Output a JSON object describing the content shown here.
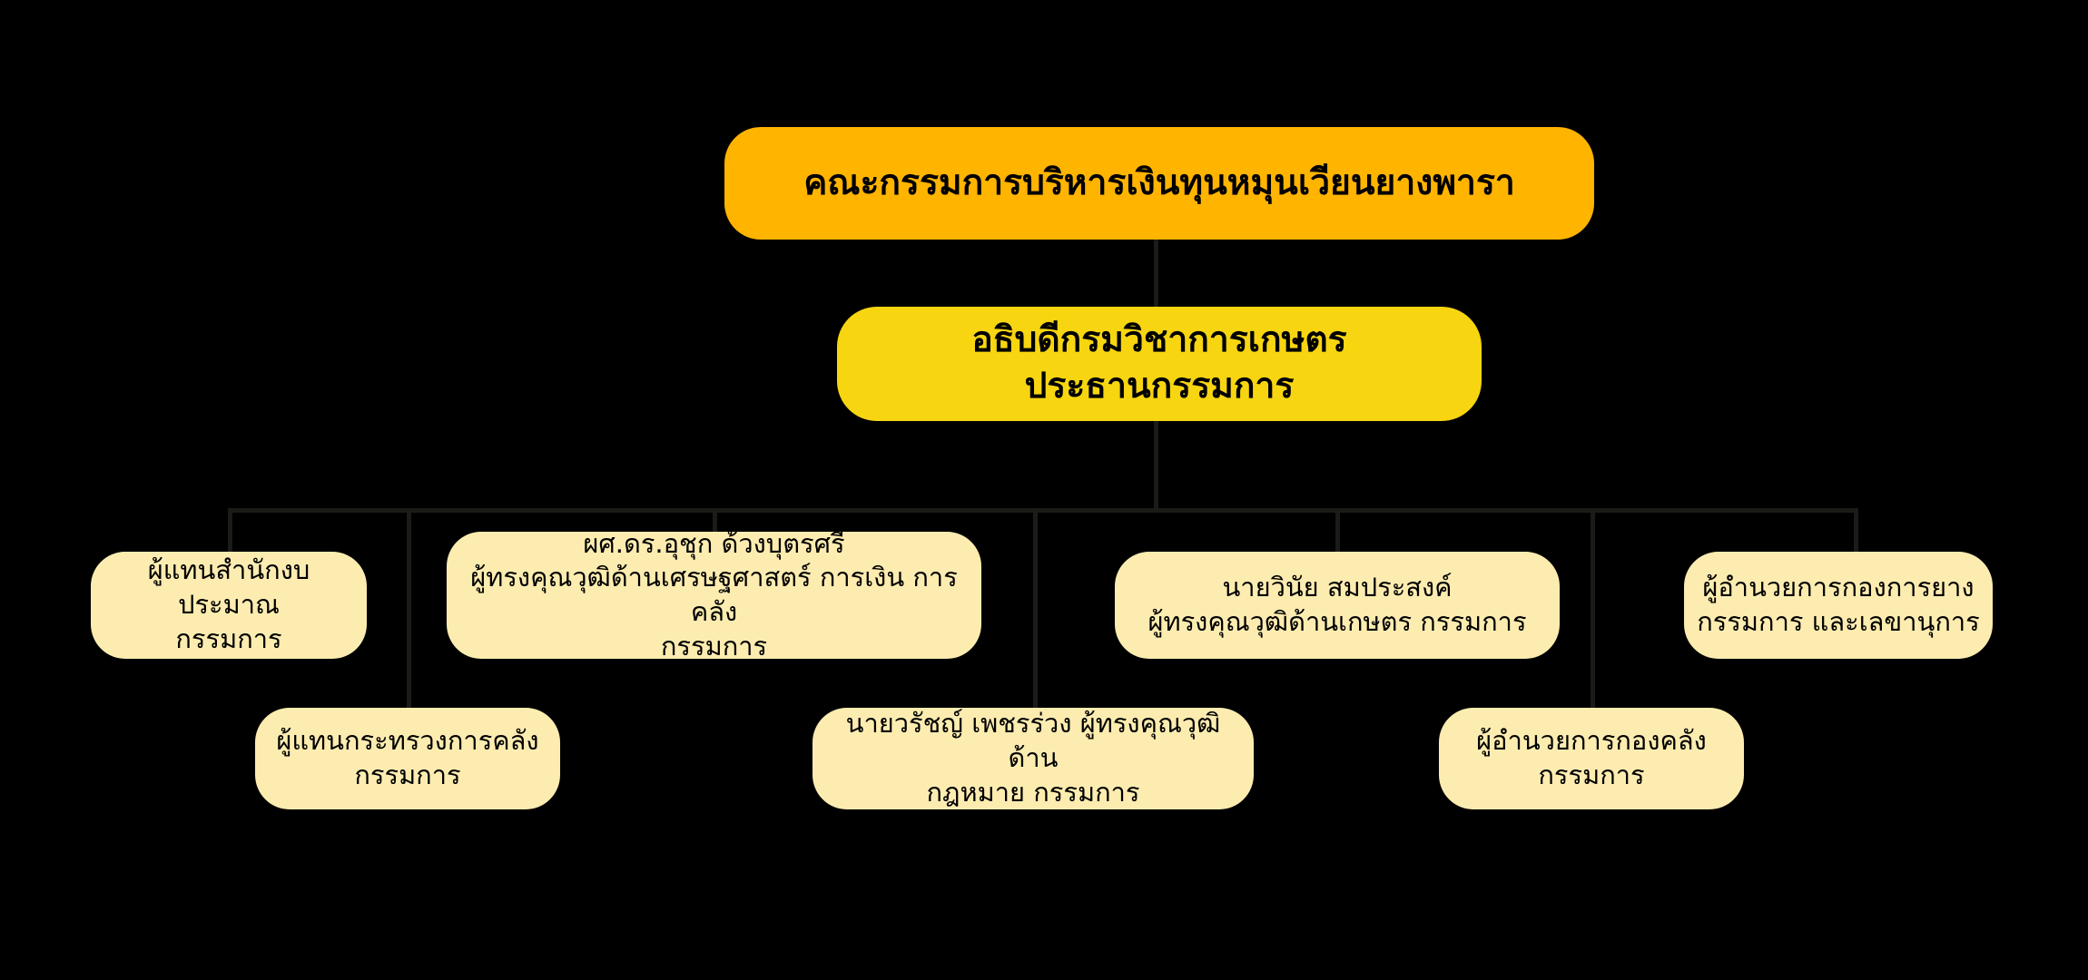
{
  "chart": {
    "type": "org-chart",
    "background_color": "#000000",
    "title_text": "คณะกรรมการบริหารเงินทุนหมุนเวียนยางพารา",
    "colors": {
      "root_box": "#ffb400",
      "chair_box": "#f7d510",
      "member_box": "#fcecb0",
      "connector_line": "#1b1b18",
      "text": "#000000"
    },
    "levels": [
      {
        "level": 1,
        "nodes": [
          "root"
        ]
      },
      {
        "level": 2,
        "nodes": [
          "chair"
        ]
      },
      {
        "level": 3,
        "nodes": [
          "member_budget_office",
          "member_finance_ministry",
          "member_economics_expert",
          "member_law_expert",
          "member_agriculture_expert",
          "member_treasury_division",
          "member_rubber_division"
        ]
      }
    ]
  },
  "root": {
    "label": "คณะกรรมการบริหารเงินทุนหมุนเวียนยางพารา",
    "role": "คณะกรรมการ"
  },
  "chair": {
    "line1": "อธิบดีกรมวิชาการเกษตร",
    "line2": "ประธานกรรมการ",
    "label": "อธิบดีกรมวิชาการเกษตร\nประธานกรรมการ"
  },
  "members": [
    {
      "id": "member_budget_office",
      "line1": "ผู้แทนสำนักงบประมาณ",
      "line2": "กรรมการ",
      "label": "ผู้แทนสำนักงบประมาณ\nกรรมการ",
      "row": "upper"
    },
    {
      "id": "member_finance_ministry",
      "line1": "ผู้แทนกระทรวงการคลัง",
      "line2": "กรรมการ",
      "label": "ผู้แทนกระทรวงการคลัง\nกรรมการ",
      "row": "lower"
    },
    {
      "id": "member_economics_expert",
      "line1": "ผศ.ดร.อุชุก ด้วงบุตรศรี",
      "line2": "ผู้ทรงคุณวุฒิด้านเศรษฐศาสตร์ การเงิน การคลัง",
      "line3": "กรรมการ",
      "label": "ผศ.ดร.อุชุก ด้วงบุตรศรี\nผู้ทรงคุณวุฒิด้านเศรษฐศาสตร์ การเงิน การคลัง\nกรรมการ",
      "row": "upper"
    },
    {
      "id": "member_law_expert",
      "line1": "นายวรัชญ์ เพชรร่วง ผู้ทรงคุณวุฒิด้าน",
      "line2": "กฎหมาย กรรมการ",
      "label": "นายวรัชญ์ เพชรร่วง ผู้ทรงคุณวุฒิด้าน\nกฎหมาย กรรมการ",
      "row": "lower"
    },
    {
      "id": "member_agriculture_expert",
      "line1": "นายวินัย สมประสงค์",
      "line2": "ผู้ทรงคุณวุฒิด้านเกษตร กรรมการ",
      "label": "นายวินัย สมประสงค์\nผู้ทรงคุณวุฒิด้านเกษตร กรรมการ",
      "row": "upper"
    },
    {
      "id": "member_treasury_division",
      "line1": "ผู้อำนวยการกองคลัง",
      "line2": "กรรมการ",
      "label": "ผู้อำนวยการกองคลัง\nกรรมการ",
      "row": "lower"
    },
    {
      "id": "member_rubber_division",
      "line1": "ผู้อำนวยการกองการยาง",
      "line2": "กรรมการ และเลขานุการ",
      "label": "ผู้อำนวยการกองการยาง\nกรรมการ และเลขานุการ",
      "row": "upper"
    }
  ]
}
